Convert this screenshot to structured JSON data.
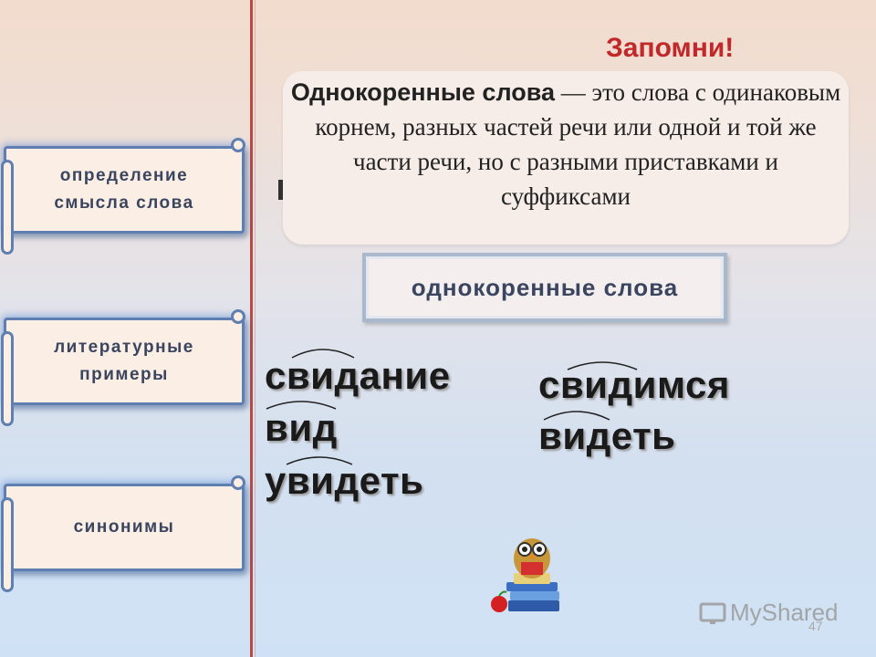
{
  "left_menu": {
    "items": [
      {
        "label": "определение смысла слова"
      },
      {
        "label": "литературные примеры"
      },
      {
        "label": "синонимы"
      }
    ]
  },
  "header": {
    "remember": "Запомни!"
  },
  "definition": {
    "term": "Однокоренные слова",
    "text": " — это слова с одинаковым корнем, разных частей речи или одной и той же части речи, но с разными приставками и суффиксами"
  },
  "center_button": {
    "label": "однокоренные слова"
  },
  "words_left": [
    "свидание",
    "вид",
    "увидеть"
  ],
  "words_right": [
    "свидимся",
    "видеть"
  ],
  "watermark": {
    "text": "MyShared"
  },
  "page_number": "47",
  "colors": {
    "accent_red": "#c0282a",
    "scroll_border": "#5f7fb0"
  }
}
